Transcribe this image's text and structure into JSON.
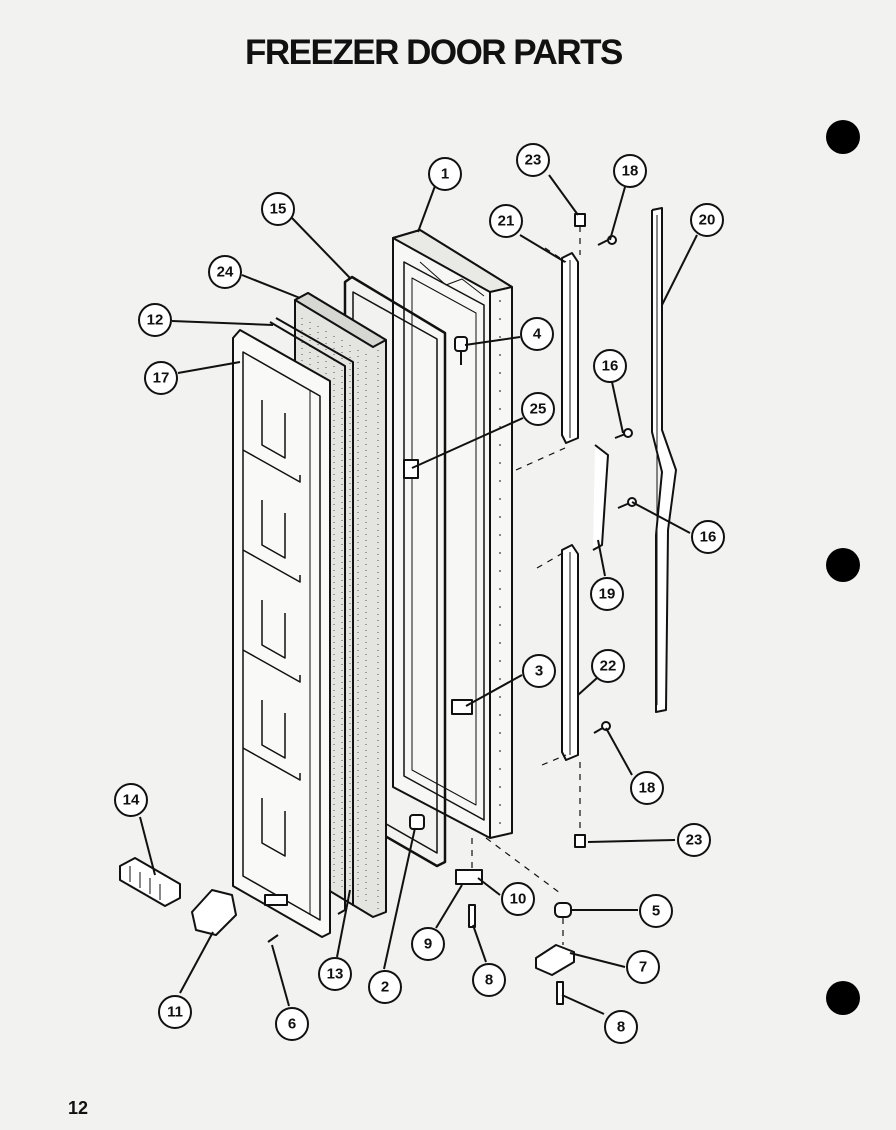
{
  "title": "FREEZER DOOR PARTS",
  "page_number": "12",
  "callouts": [
    {
      "id": "c1",
      "label": "1"
    },
    {
      "id": "c15",
      "label": "15"
    },
    {
      "id": "c24",
      "label": "24"
    },
    {
      "id": "c12",
      "label": "12"
    },
    {
      "id": "c17",
      "label": "17"
    },
    {
      "id": "c23a",
      "label": "23"
    },
    {
      "id": "c18a",
      "label": "18"
    },
    {
      "id": "c21",
      "label": "21"
    },
    {
      "id": "c20",
      "label": "20"
    },
    {
      "id": "c4",
      "label": "4"
    },
    {
      "id": "c25",
      "label": "25"
    },
    {
      "id": "c16a",
      "label": "16"
    },
    {
      "id": "c16b",
      "label": "16"
    },
    {
      "id": "c19",
      "label": "19"
    },
    {
      "id": "c3",
      "label": "3"
    },
    {
      "id": "c22",
      "label": "22"
    },
    {
      "id": "c18b",
      "label": "18"
    },
    {
      "id": "c23b",
      "label": "23"
    },
    {
      "id": "c14",
      "label": "14"
    },
    {
      "id": "c10",
      "label": "10"
    },
    {
      "id": "c5",
      "label": "5"
    },
    {
      "id": "c9",
      "label": "9"
    },
    {
      "id": "c8a",
      "label": "8"
    },
    {
      "id": "c7",
      "label": "7"
    },
    {
      "id": "c13",
      "label": "13"
    },
    {
      "id": "c2",
      "label": "2"
    },
    {
      "id": "c11",
      "label": "11"
    },
    {
      "id": "c6",
      "label": "6"
    },
    {
      "id": "c8b",
      "label": "8"
    }
  ]
}
